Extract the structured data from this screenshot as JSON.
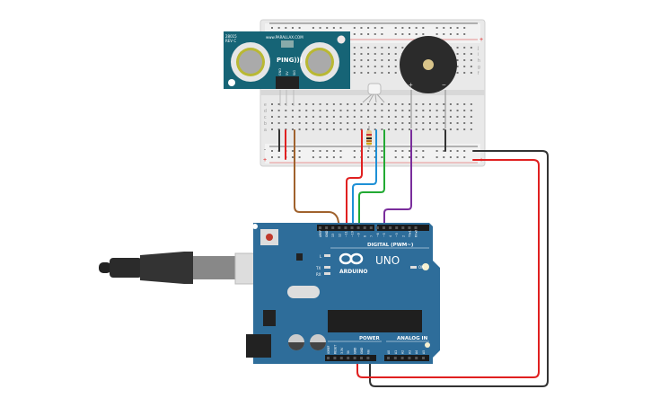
{
  "sensor": {
    "model": "PING)))",
    "website": "www.PARALLAX.COM",
    "part": "28015",
    "rev": "REV C",
    "pins": [
      "GND",
      "5V",
      "SIG"
    ]
  },
  "breadboard": {
    "row_letters_top": [
      "j",
      "i",
      "h",
      "g",
      "f"
    ],
    "row_letters_bottom": [
      "e",
      "d",
      "c",
      "b",
      "a"
    ],
    "rail_plus": "+",
    "rail_minus": "-"
  },
  "buzzer": {
    "plus": "+",
    "minus": "−"
  },
  "arduino": {
    "brand": "ARDUINO",
    "model": "UNO",
    "digital_label": "DIGITAL (PWM~)",
    "power_label": "POWER",
    "analog_label": "ANALOG IN",
    "digital_pins": [
      "AREF",
      "GND",
      "13",
      "12",
      "~11",
      "~10",
      "~9",
      "8",
      "7",
      "~6",
      "~5",
      "4",
      "~3",
      "2",
      "TX▸1",
      "RX◂0"
    ],
    "power_pins": [
      "IOREF",
      "RESET",
      "3.3V",
      "5V",
      "GND",
      "GND",
      "Vin"
    ],
    "analog_pins": [
      "A0",
      "A1",
      "A2",
      "A3",
      "A4",
      "A5"
    ],
    "led_labels": {
      "l": "L",
      "tx": "TX",
      "rx": "RX",
      "on": "ON"
    }
  },
  "wire_colors": {
    "ground": "#333333",
    "power": "#e02020",
    "trig": "#a0622d",
    "red_pin": "#e02020",
    "green_pin": "#22aa33",
    "blue_pin": "#1e90d6",
    "buzzer": "#7a2d9c"
  }
}
